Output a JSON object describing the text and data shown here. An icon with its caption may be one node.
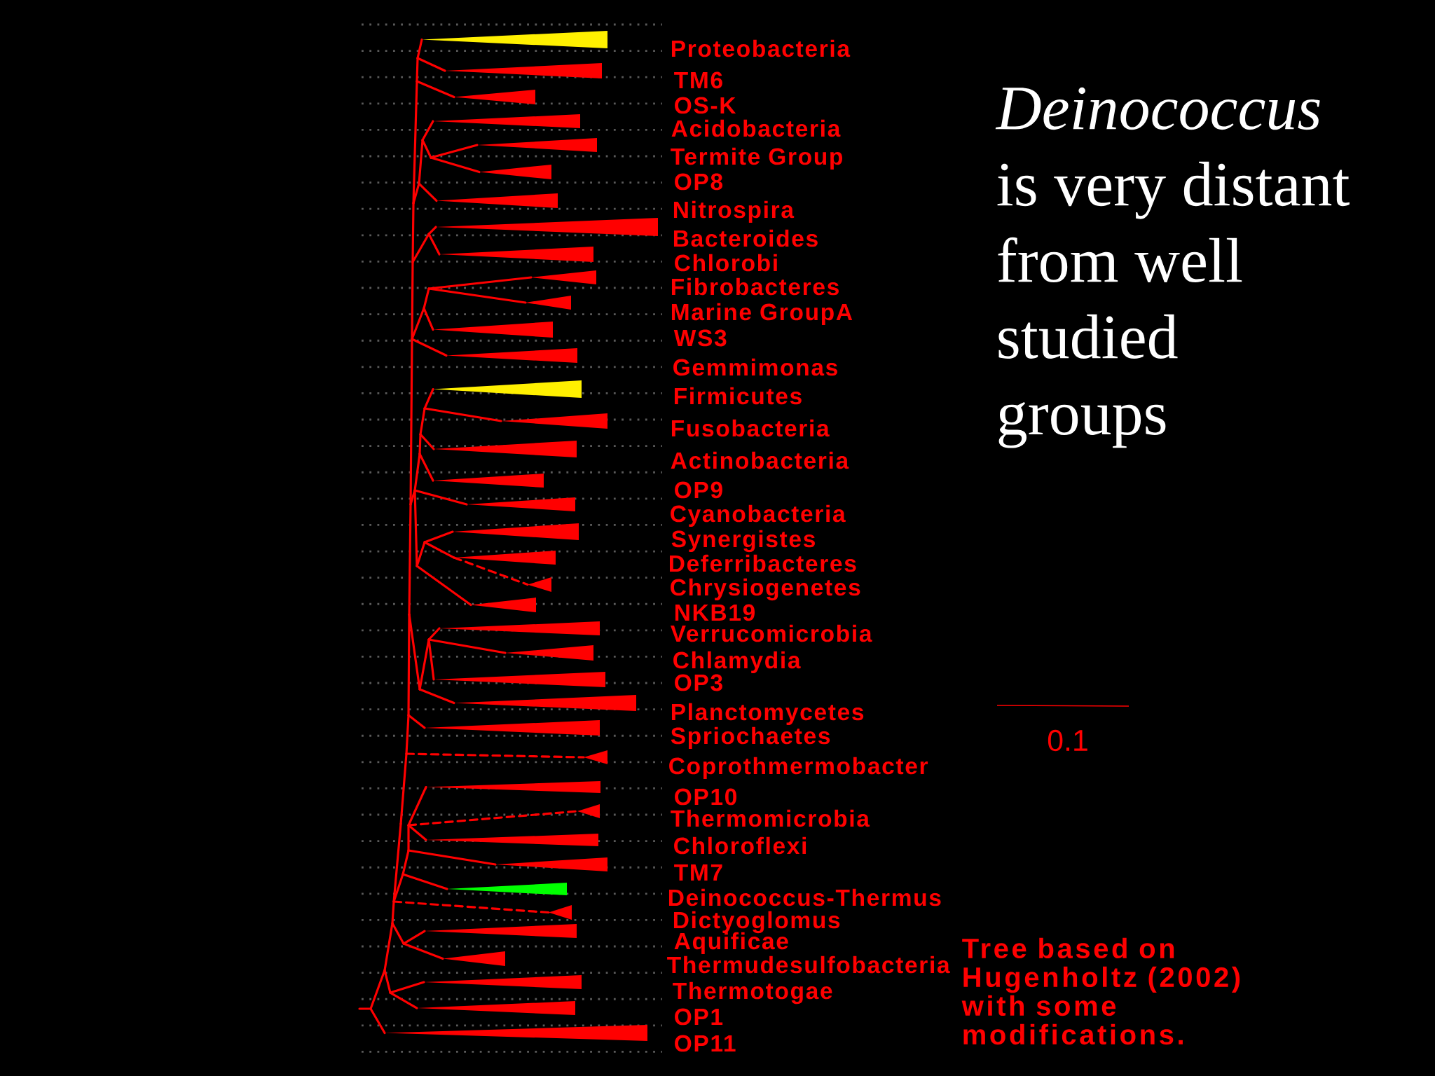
{
  "diagram": {
    "nodes": [
      {
        "text": [],
        "shape": "triangle"
      },
      {
        "text": [],
        "shape": "triangle"
      },
      {
        "text": [],
        "shape": "triangle"
      },
      {
        "text": [],
        "shape": "triangle"
      },
      {
        "text": [],
        "shape": "triangle"
      },
      {
        "text": [],
        "shape": "triangle"
      },
      {
        "text": [],
        "shape": "triangle"
      },
      {
        "text": [],
        "shape": "triangle"
      },
      {
        "text": [],
        "shape": "triangle"
      },
      {
        "text": [],
        "shape": "triangle"
      },
      {
        "text": [],
        "shape": "triangle"
      },
      {
        "text": [],
        "shape": "triangle"
      },
      {
        "text": [],
        "shape": "triangle"
      },
      {
        "text": [],
        "shape": "triangle"
      },
      {
        "text": [],
        "shape": "triangle"
      },
      {
        "text": [],
        "shape": "triangle"
      },
      {
        "text": [],
        "shape": "triangle"
      },
      {
        "text": [],
        "shape": "triangle"
      },
      {
        "text": [],
        "shape": "triangle"
      },
      {
        "text": [],
        "shape": "triangle"
      },
      {
        "text": [],
        "shape": "triangle"
      },
      {
        "text": [],
        "shape": "triangle"
      },
      {
        "text": [],
        "shape": "triangle"
      },
      {
        "text": [],
        "shape": "triangle"
      },
      {
        "text": [],
        "shape": "triangle"
      },
      {
        "text": [],
        "shape": "triangle"
      },
      {
        "text": [],
        "shape": "triangle"
      },
      {
        "text": [],
        "shape": "triangle"
      },
      {
        "text": [],
        "shape": "triangle"
      },
      {
        "text": [],
        "shape": "triangle"
      },
      {
        "text": [],
        "shape": "triangle"
      },
      {
        "text": [],
        "shape": "triangle"
      },
      {
        "text": [],
        "shape": "triangle"
      },
      {
        "text": [],
        "shape": "triangle"
      },
      {
        "text": [],
        "shape": "triangle"
      },
      {
        "text": [],
        "shape": "triangle"
      },
      {
        "text": [],
        "shape": "triangle"
      },
      {
        "text": [],
        "shape": "triangle"
      },
      {
        "text": [],
        "shape": "triangle"
      }
    ],
    "edges": [
      {
        "from": null,
        "to": 0,
        "arrow": "none"
      },
      {
        "from": null,
        "to": 1,
        "arrow": "none"
      },
      {
        "from": null,
        "to": 2,
        "arrow": "none"
      },
      {
        "from": null,
        "to": 3,
        "arrow": "none"
      },
      {
        "from": null,
        "to": 4,
        "arrow": "none"
      },
      {
        "from": null,
        "to": 5,
        "arrow": "none"
      },
      {
        "from": null,
        "to": 6,
        "arrow": "none"
      },
      {
        "from": null,
        "to": 7,
        "arrow": "none"
      },
      {
        "from": null,
        "to": 8,
        "arrow": "none"
      },
      {
        "from": null,
        "to": 9,
        "arrow": "none"
      },
      {
        "from": null,
        "to": 10,
        "arrow": "none"
      },
      {
        "from": null,
        "to": 11,
        "arrow": "none"
      },
      {
        "from": null,
        "to": 12,
        "arrow": "none"
      },
      {
        "from": null,
        "to": 13,
        "arrow": "none"
      },
      {
        "from": null,
        "to": 14,
        "arrow": "none"
      },
      {
        "from": null,
        "to": 15,
        "arrow": "none"
      },
      {
        "from": null,
        "to": 16,
        "arrow": "none"
      },
      {
        "from": null,
        "to": 17,
        "arrow": "none"
      },
      {
        "from": null,
        "to": 18,
        "arrow": "none"
      },
      {
        "from": null,
        "to": 19,
        "arrow": "none"
      },
      {
        "from": 19,
        "to": 20,
        "arrow": "none",
        "style": "dashed"
      },
      {
        "from": null,
        "to": 21,
        "arrow": "none"
      },
      {
        "from": null,
        "to": 22,
        "arrow": "none"
      },
      {
        "from": null,
        "to": 23,
        "arrow": "none"
      },
      {
        "from": null,
        "to": 24,
        "arrow": "none"
      },
      {
        "from": null,
        "to": 25,
        "arrow": "none"
      },
      {
        "from": null,
        "to": 26,
        "arrow": "none"
      },
      {
        "from": null,
        "to": 27,
        "arrow": "none",
        "style": "dashed"
      },
      {
        "from": null,
        "to": 28,
        "arrow": "none"
      },
      {
        "from": null,
        "to": 29,
        "arrow": "none",
        "style": "dashed"
      },
      {
        "from": null,
        "to": 30,
        "arrow": "none"
      },
      {
        "from": null,
        "to": 31,
        "arrow": "none"
      },
      {
        "from": null,
        "to": 32,
        "arrow": "none"
      },
      {
        "from": null,
        "to": 33,
        "arrow": "none",
        "style": "dashed"
      },
      {
        "from": null,
        "to": 34,
        "arrow": "none"
      },
      {
        "from": null,
        "to": 35,
        "arrow": "none"
      },
      {
        "from": null,
        "to": 36,
        "arrow": "none"
      },
      {
        "from": null,
        "to": 37,
        "arrow": "none"
      },
      {
        "from": null,
        "to": 38,
        "arrow": "none"
      }
    ],
    "labels": [
      "Proteobacteria",
      "TM6",
      "OS-K",
      "Acidobacteria",
      "Termite Group",
      "OP8",
      "Nitrospira",
      "Bacteroides",
      "Chlorobi",
      "Fibrobacteres",
      "Marine GroupA",
      "WS3",
      "Gemmimonas",
      "Firmicutes",
      "Fusobacteria",
      "Actinobacteria",
      "OP9",
      "Cyanobacteria",
      "Synergistes",
      "Deferribacteres",
      "Chrysiogenetes",
      "NKB19",
      "Verrucomicrobia",
      "Chlamydia",
      "OP3",
      "Planctomycetes",
      "Spriochaetes",
      "Coprothmermobacter",
      "OP10",
      "Thermomicrobia",
      "Chloroflexi",
      "TM7",
      "Deinococcus-Thermus",
      "Dictyoglomus",
      "Aquificae",
      "Thermudesulfobacteria",
      "Thermotogae",
      "OP1",
      "OP11",
      "*Deinococcus* is very distant from well studied groups",
      "0.1",
      "Tree based on Hugenholtz (2002) with some modifications."
    ]
  }
}
